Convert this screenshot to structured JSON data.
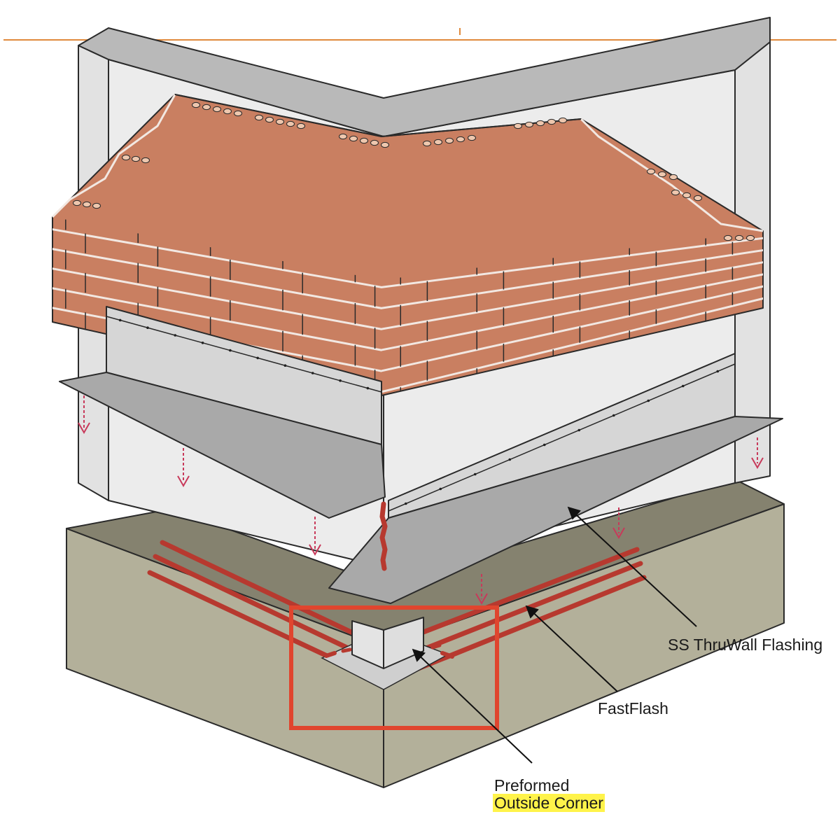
{
  "labels": {
    "thruwall": "SS ThruWall Flashing",
    "fastflash": "FastFlash",
    "corner_line1": "Preformed",
    "corner_line2": "Outside Corner"
  },
  "colors": {
    "guide_line": "#e08a3c",
    "wall_face": "#ececec",
    "wall_top": "#b9b9b9",
    "brick": "#c97f61",
    "brick_hole": "#eec7ae",
    "mortar": "#f2e8e2",
    "flashing": "#a9a9a9",
    "flashing_upturn": "#d6d6d6",
    "foundation_top": "#85826f",
    "foundation_front": "#b3b09a",
    "sealant_bead": "#b7392f",
    "drop_arrow": "#c8395a",
    "highlight_box": "#e0452e",
    "label_highlight": "#fff34a"
  }
}
